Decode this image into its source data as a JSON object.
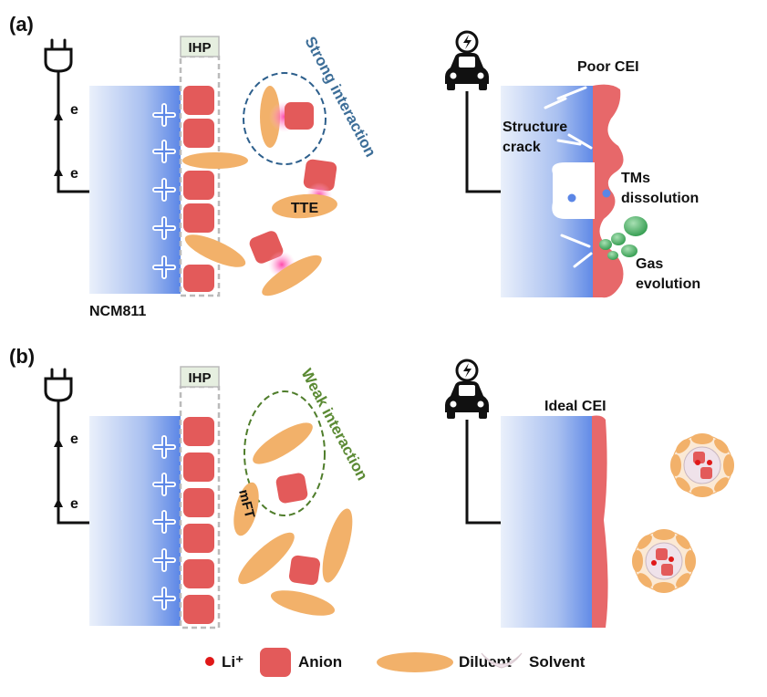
{
  "panel_a": {
    "tag": "(a)",
    "ihp_label": "IHP",
    "interaction_label": "Strong interaction",
    "diluent_label": "TTE",
    "electrode_label": "NCM811",
    "electron_label": "e",
    "cei_label": "Poor CEI",
    "crack_label_line1": "Structure",
    "crack_label_line2": "crack",
    "tm_label_line1": "TMs",
    "tm_label_line2": "dissolution",
    "gas_label_line1": "Gas",
    "gas_label_line2": "evolution"
  },
  "panel_b": {
    "tag": "(b)",
    "ihp_label": "IHP",
    "interaction_label": "Weak interaction",
    "diluent_label": "mFT",
    "electron_label": "e",
    "cei_label": "Ideal CEI"
  },
  "legend": {
    "li": "Li⁺",
    "anion": "Anion",
    "diluent": "Diluent",
    "solvent": "Solvent"
  },
  "colors": {
    "anion": "#e35a5a",
    "diluent": "#f2b16a",
    "cei": "#e7686a",
    "electrode_dark": "#5b86e6",
    "strong_ring": "#2d5f8c",
    "weak_ring": "#4f7d2b",
    "strong_text": "#3d6e98",
    "weak_text": "#5b8a34",
    "gas": "#3fa55a",
    "li": "#e01818"
  }
}
